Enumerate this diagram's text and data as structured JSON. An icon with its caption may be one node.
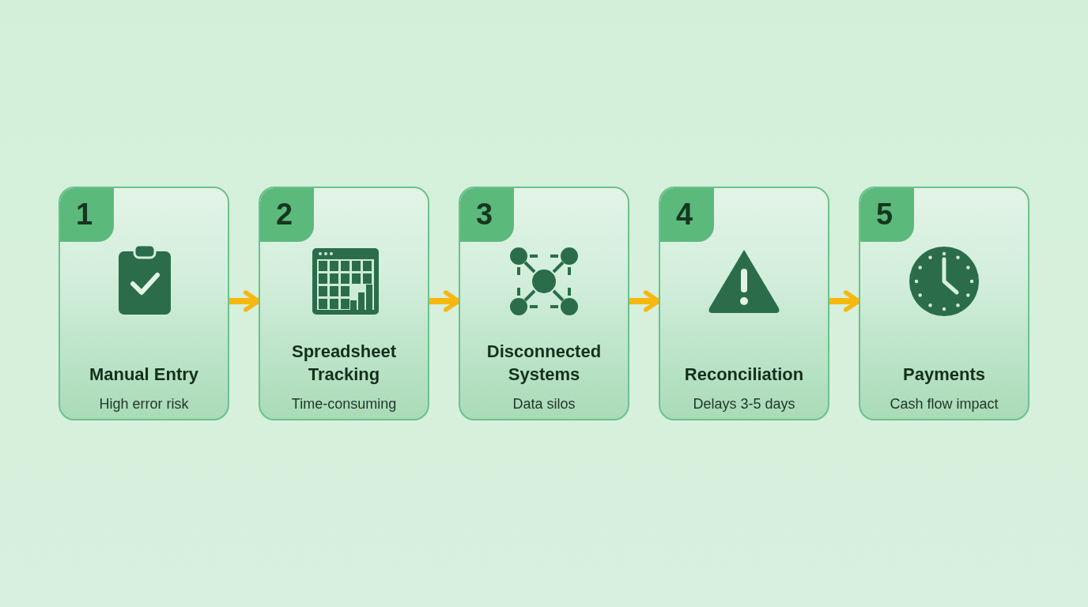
{
  "diagram": {
    "nodes": [
      {
        "text": [
          "1",
          "Manual Entry",
          "High error risk"
        ]
      },
      {
        "text": [
          "2",
          "Spreadsheet Tracking",
          "Time-consuming"
        ]
      },
      {
        "text": [
          "3",
          "Disconnected Systems",
          "Data silos"
        ]
      },
      {
        "text": [
          "4",
          "Reconciliation",
          "Delays 3-5 days"
        ]
      },
      {
        "text": [
          "5",
          "Payments",
          "Cash flow impact"
        ]
      }
    ],
    "edges": [
      {
        "from": 0,
        "to": 1,
        "arrow": "to"
      },
      {
        "from": 1,
        "to": 2,
        "arrow": "to"
      },
      {
        "from": 2,
        "to": 3,
        "arrow": "to"
      },
      {
        "from": 3,
        "to": 4,
        "arrow": "to"
      }
    ]
  }
}
